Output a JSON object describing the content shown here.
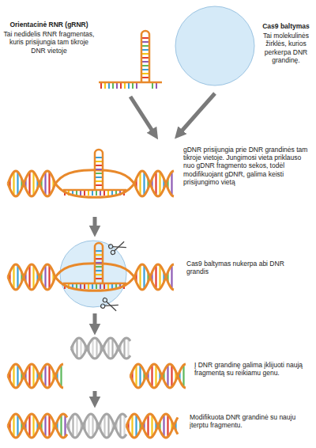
{
  "diagram": {
    "labels": [
      "Orientacinė RNR (gRNR)",
      "Tai nedidelis RNR fragmentas, kuris prisijungia tam tikroje DNR vietoje",
      "Cas9 baltymas",
      "Tai molekulinės žirklės, kurios perkerpa DNR grandinę.",
      "gDNR prisijungia prie DNR grandinės tam tikroje vietoje. Jungimosi vieta priklauso nuo gDNR fragmento sekos, todėl modifikuojant gDNR, galima keisti prisijungimo vietą",
      "Cas9 baltymas nukerpa abi DNR grandis",
      "Į DNR grandinę galima įklijuoti naują fragmentą su reikiamu genu.",
      "Modifikuota DNR grandinė su nauju įterptu fragmentu."
    ]
  }
}
